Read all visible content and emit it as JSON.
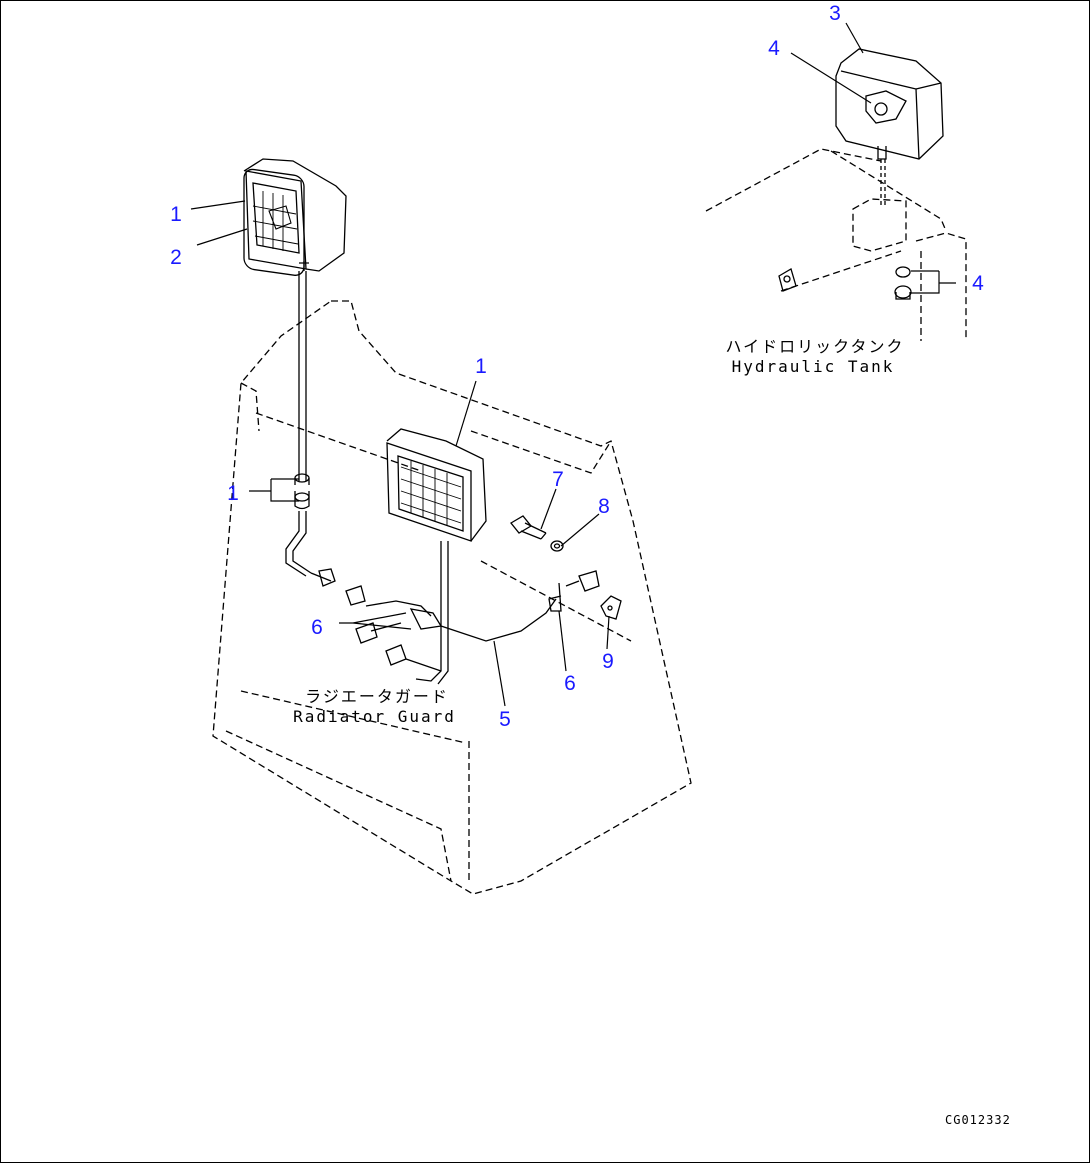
{
  "callouts": {
    "c1": "1",
    "c2": "2",
    "c3": "3",
    "c4a": "4",
    "c4b": "4",
    "c1b": "1",
    "c1c": "1",
    "c7": "7",
    "c8": "8",
    "c6a": "6",
    "c6b": "6",
    "c9": "9",
    "c5": "5"
  },
  "labels": {
    "hydraulic_tank_jp": "ハイドロリックタンク",
    "hydraulic_tank_en": "Hydraulic Tank",
    "radiator_guard_jp": "ラジエータガード",
    "radiator_guard_en": "Radiator Guard"
  },
  "drawing_id": "CG012332",
  "colors": {
    "callout": "#1a1aff",
    "line": "#000000"
  }
}
